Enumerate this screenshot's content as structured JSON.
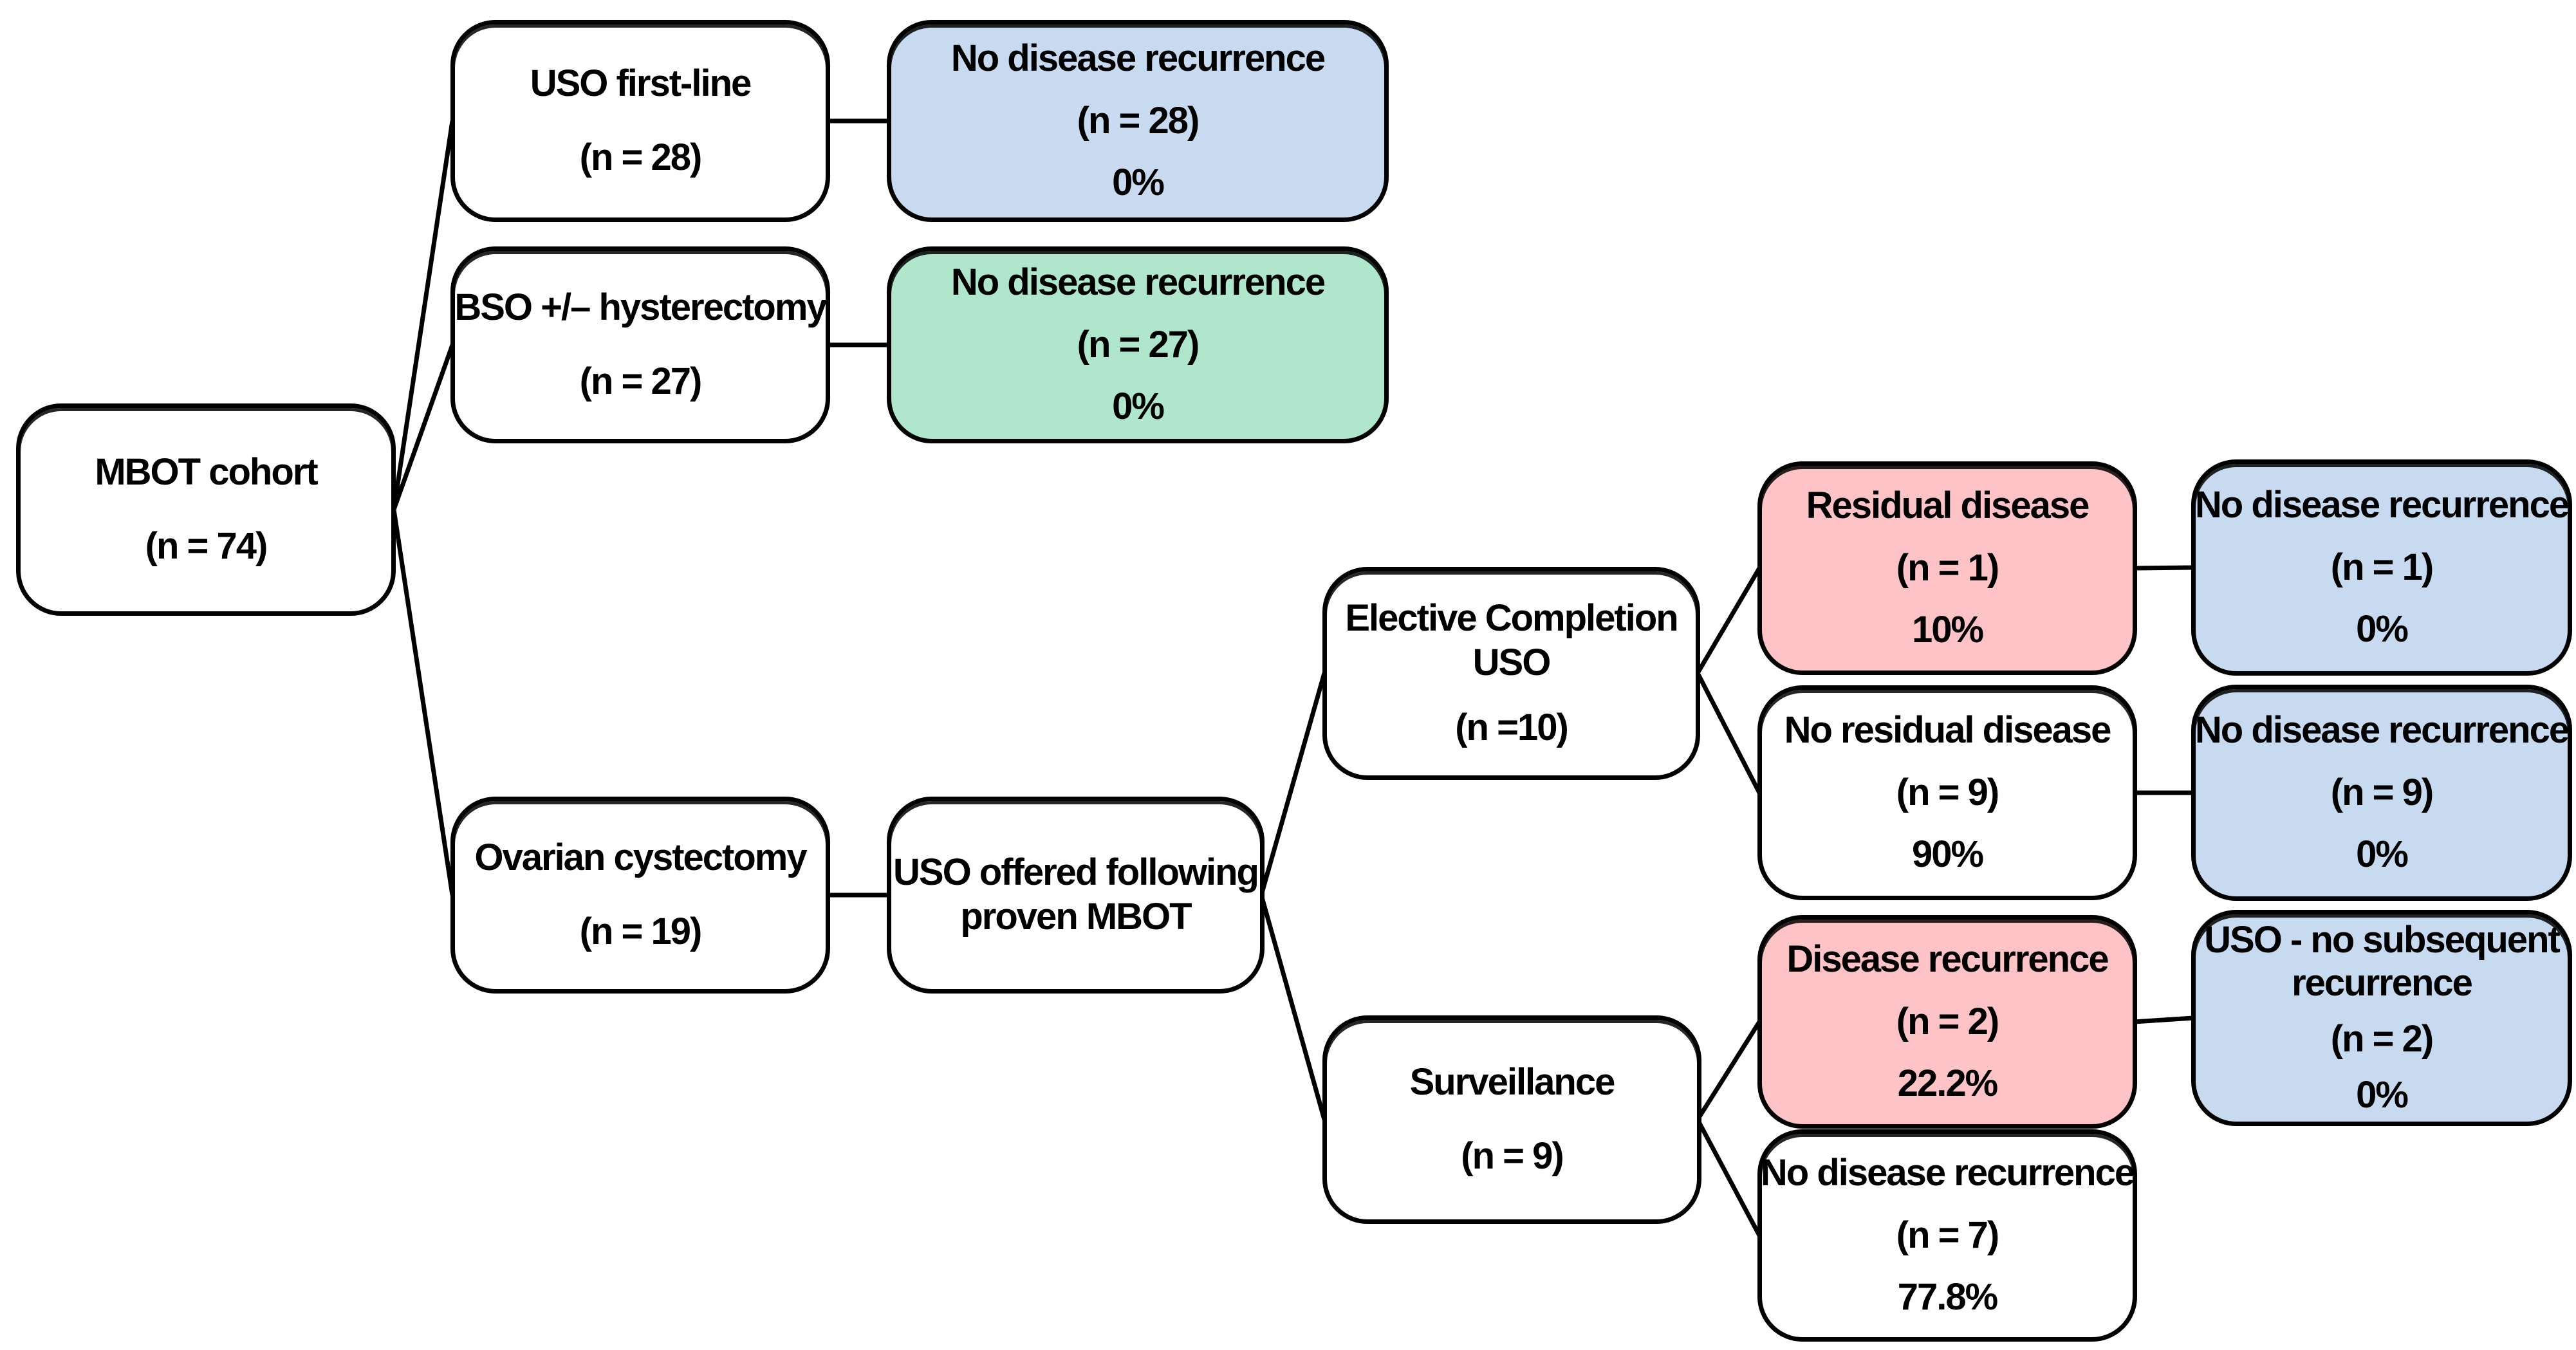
{
  "diagram": {
    "title": "MBOT cohort treatment and recurrence flowchart",
    "colors": {
      "blue": "#c8daf0",
      "green": "#b0e6cc",
      "pink": "#fdc3c6",
      "white": "#ffffff",
      "outline": "#000000"
    },
    "nodes": {
      "mbot": {
        "label": "MBOT cohort",
        "n": "(n = 74)"
      },
      "uso_first_line": {
        "label": "USO first-line",
        "n": "(n = 28)"
      },
      "uso_first_line_outcome": {
        "label": "No disease recurrence",
        "n": "(n = 28)",
        "pct": "0%"
      },
      "bso": {
        "label": "BSO +/– hysterectomy",
        "n": "(n = 27)"
      },
      "bso_outcome": {
        "label": "No disease recurrence",
        "n": "(n = 27)",
        "pct": "0%"
      },
      "ovarian_cystectomy": {
        "label": "Ovarian cystectomy",
        "n": "(n = 19)"
      },
      "uso_offered": {
        "label_line1": "USO offered following",
        "label_line2": "proven MBOT"
      },
      "elective_completion_uso": {
        "label_line1": "Elective Completion",
        "label_line2": "USO",
        "n": "(n =10)"
      },
      "surveillance": {
        "label": "Surveillance",
        "n": "(n = 9)"
      },
      "residual_disease": {
        "label": "Residual disease",
        "n": "(n = 1)",
        "pct": "10%"
      },
      "residual_disease_outcome": {
        "label": "No disease recurrence",
        "n": "(n = 1)",
        "pct": "0%"
      },
      "no_residual_disease": {
        "label": "No residual disease",
        "n": "(n = 9)",
        "pct": "90%"
      },
      "no_residual_disease_outcome": {
        "label": "No disease recurrence",
        "n": "(n = 9)",
        "pct": "0%"
      },
      "disease_recurrence": {
        "label": "Disease recurrence",
        "n": "(n = 2)",
        "pct": "22.2%"
      },
      "disease_recurrence_outcome": {
        "label_line1": "USO - no subsequent",
        "label_line2": "recurrence",
        "n": "(n = 2)",
        "pct": "0%"
      },
      "surveillance_no_recurrence": {
        "label": "No disease recurrence",
        "n": "(n = 7)",
        "pct": "77.8%"
      }
    }
  }
}
